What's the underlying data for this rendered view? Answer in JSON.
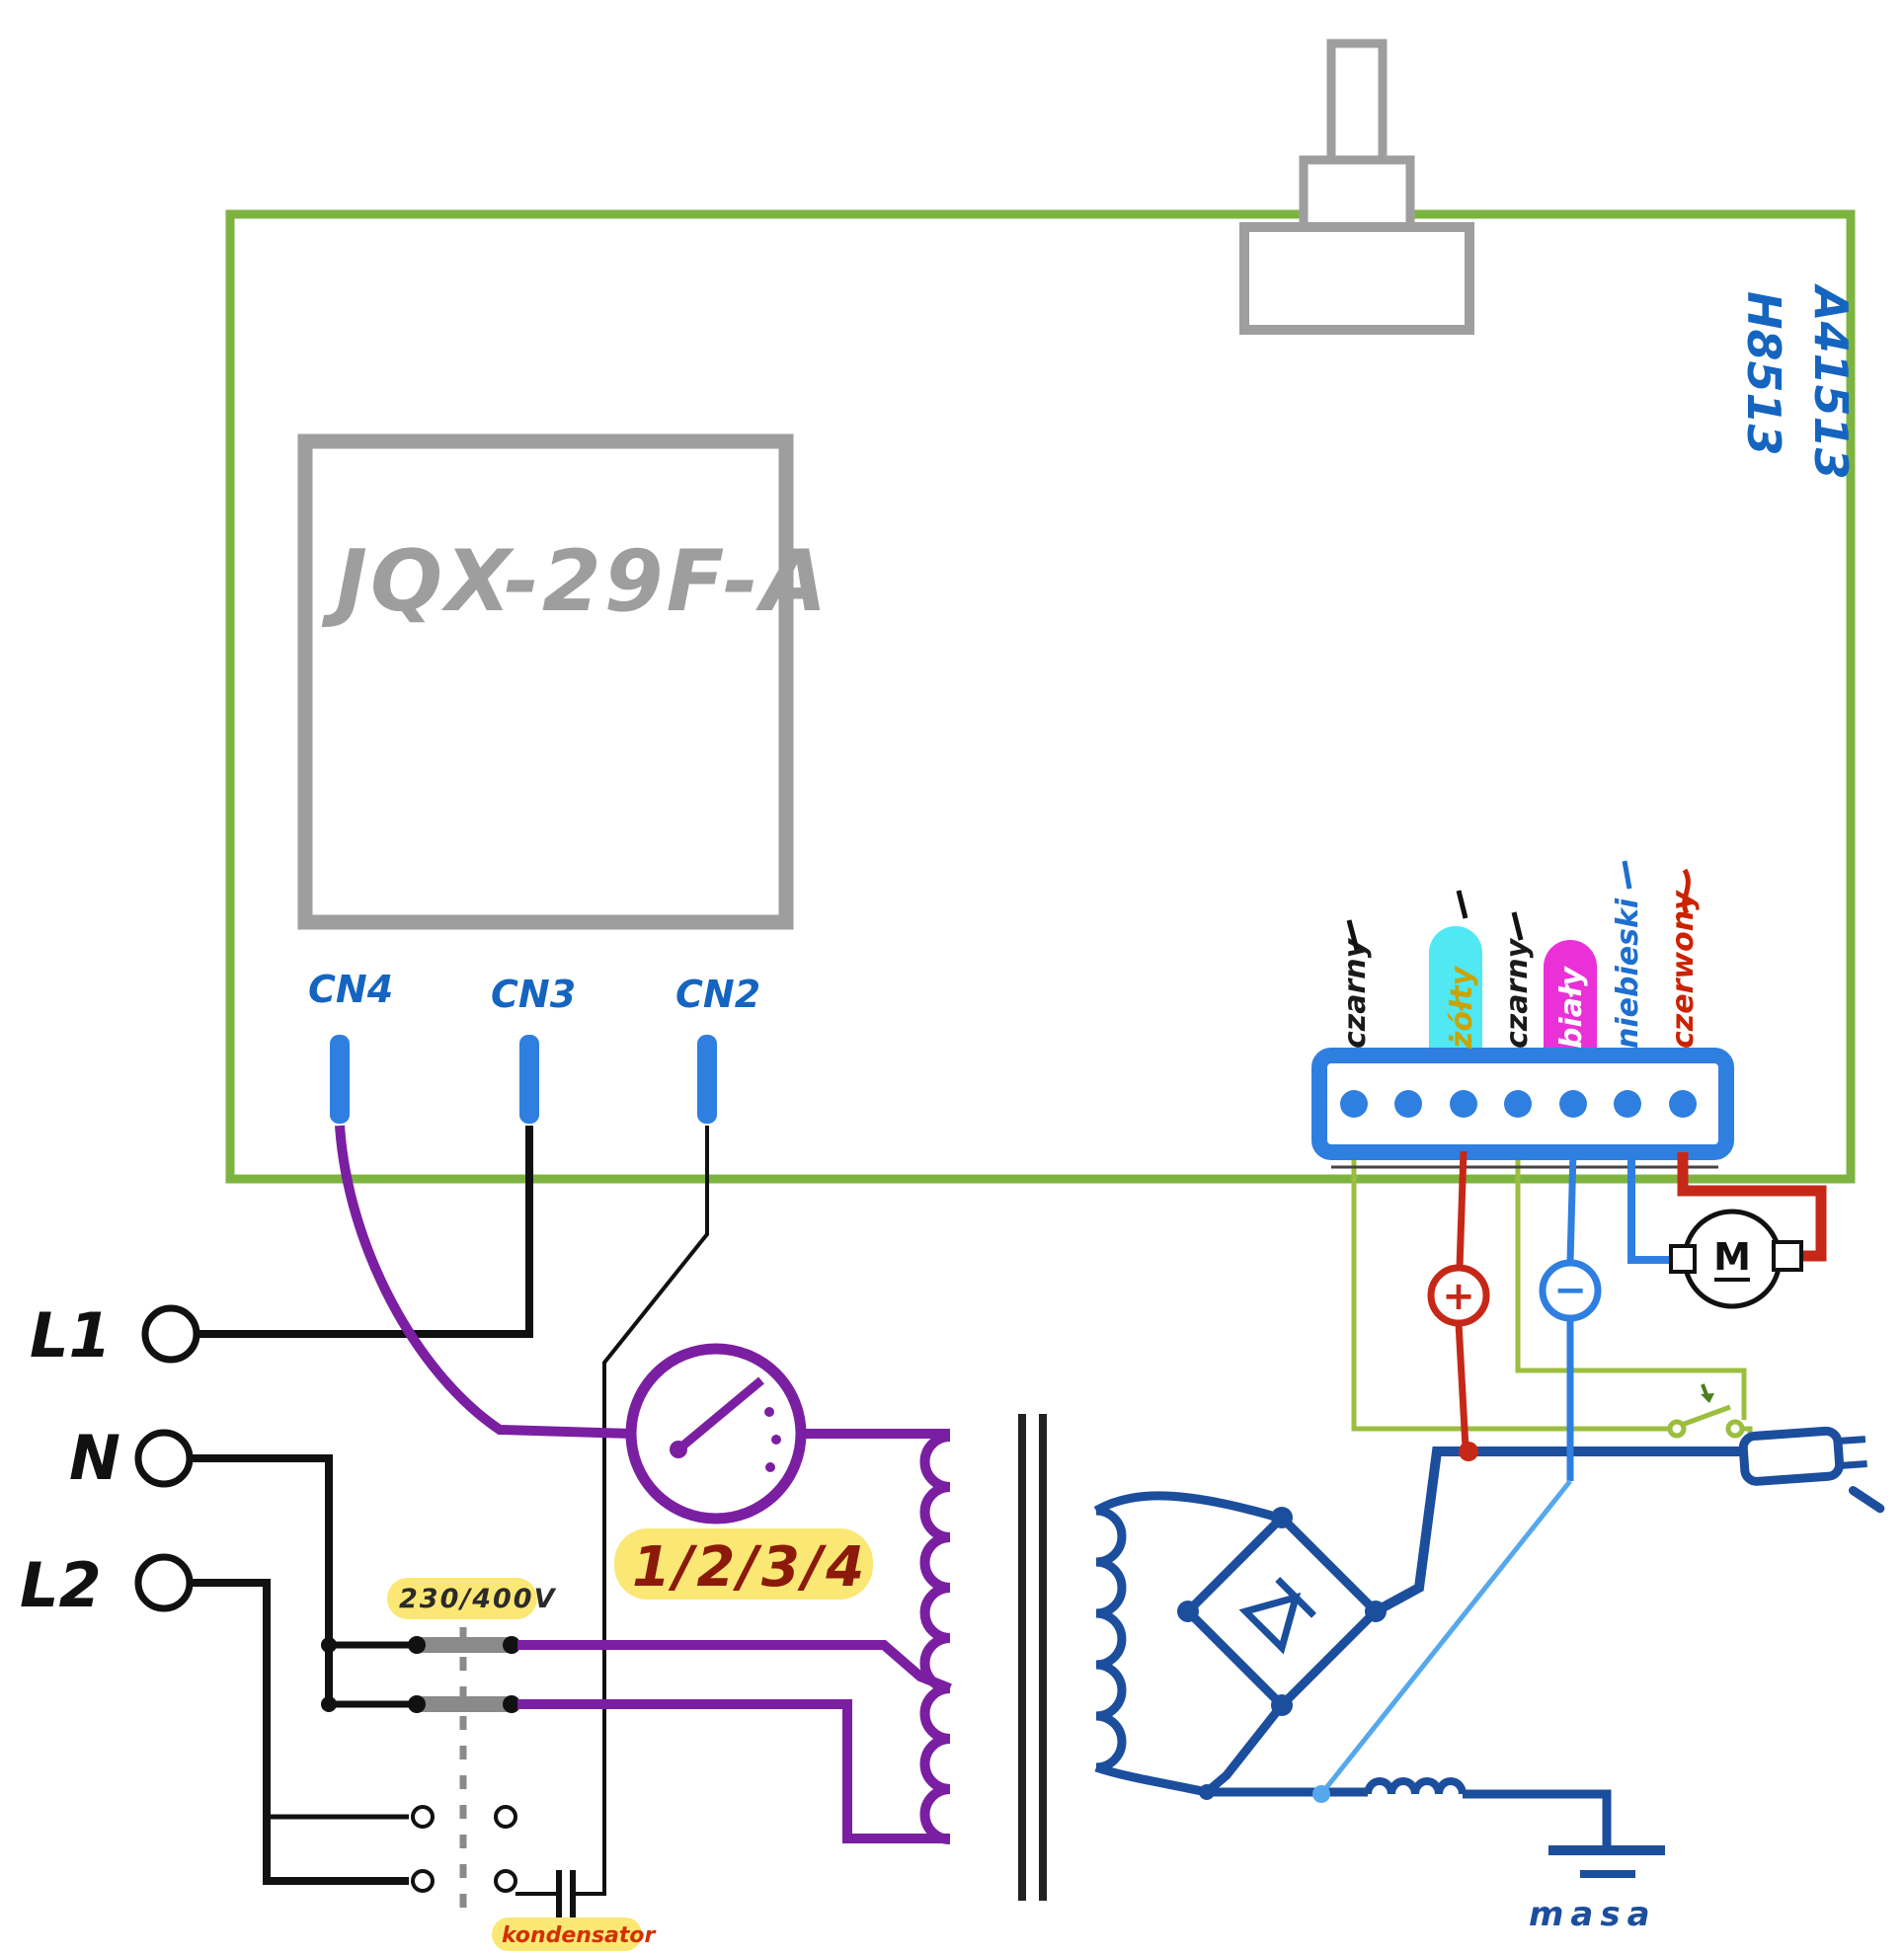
{
  "board": {
    "relay_label": "JQX-29F-A",
    "board_codes": [
      "H8513",
      "A41513"
    ],
    "connectors": [
      "CN4",
      "CN3",
      "CN2"
    ]
  },
  "terminal_block": {
    "terminal_count": 7,
    "wire_labels": [
      {
        "text": "czarny",
        "color": "#1a1a1a",
        "highlight": ""
      },
      {
        "text": "żółty",
        "color": "#c9a300",
        "highlight": "#3ce5f2"
      },
      {
        "text": "czarny",
        "color": "#1a1a1a",
        "highlight": ""
      },
      {
        "text": "biały",
        "color": "#ffffff",
        "highlight": "#e81fd4"
      },
      {
        "text": "niebieski",
        "color": "#1e6fd0",
        "highlight": ""
      },
      {
        "text": "czerwony",
        "color": "#cc2200",
        "highlight": ""
      }
    ]
  },
  "mains_inputs": [
    "L1",
    "N",
    "L2"
  ],
  "labels": {
    "voltage_selector": "230/400V",
    "switch_positions": "1/2/3/4",
    "capacitor": "kondensator",
    "ground": "masa",
    "motor": "M",
    "dc_plus": "+",
    "dc_minus": "−"
  },
  "colors": {
    "board_outline": "#7db440",
    "component_gray": "#9e9e9e",
    "connector_blue": "#2f7fe0",
    "label_blue": "#1565c0",
    "wire_purple": "#7b1fa2",
    "wire_dark_blue": "#1c4e9e",
    "wire_light_blue": "#55a8ec",
    "wire_red": "#c62818",
    "wire_green": "#9bbe3f",
    "highlight_yellow": "#fbe774",
    "highlight_cyan": "#3ce5f2",
    "highlight_magenta": "#e81fd4"
  }
}
